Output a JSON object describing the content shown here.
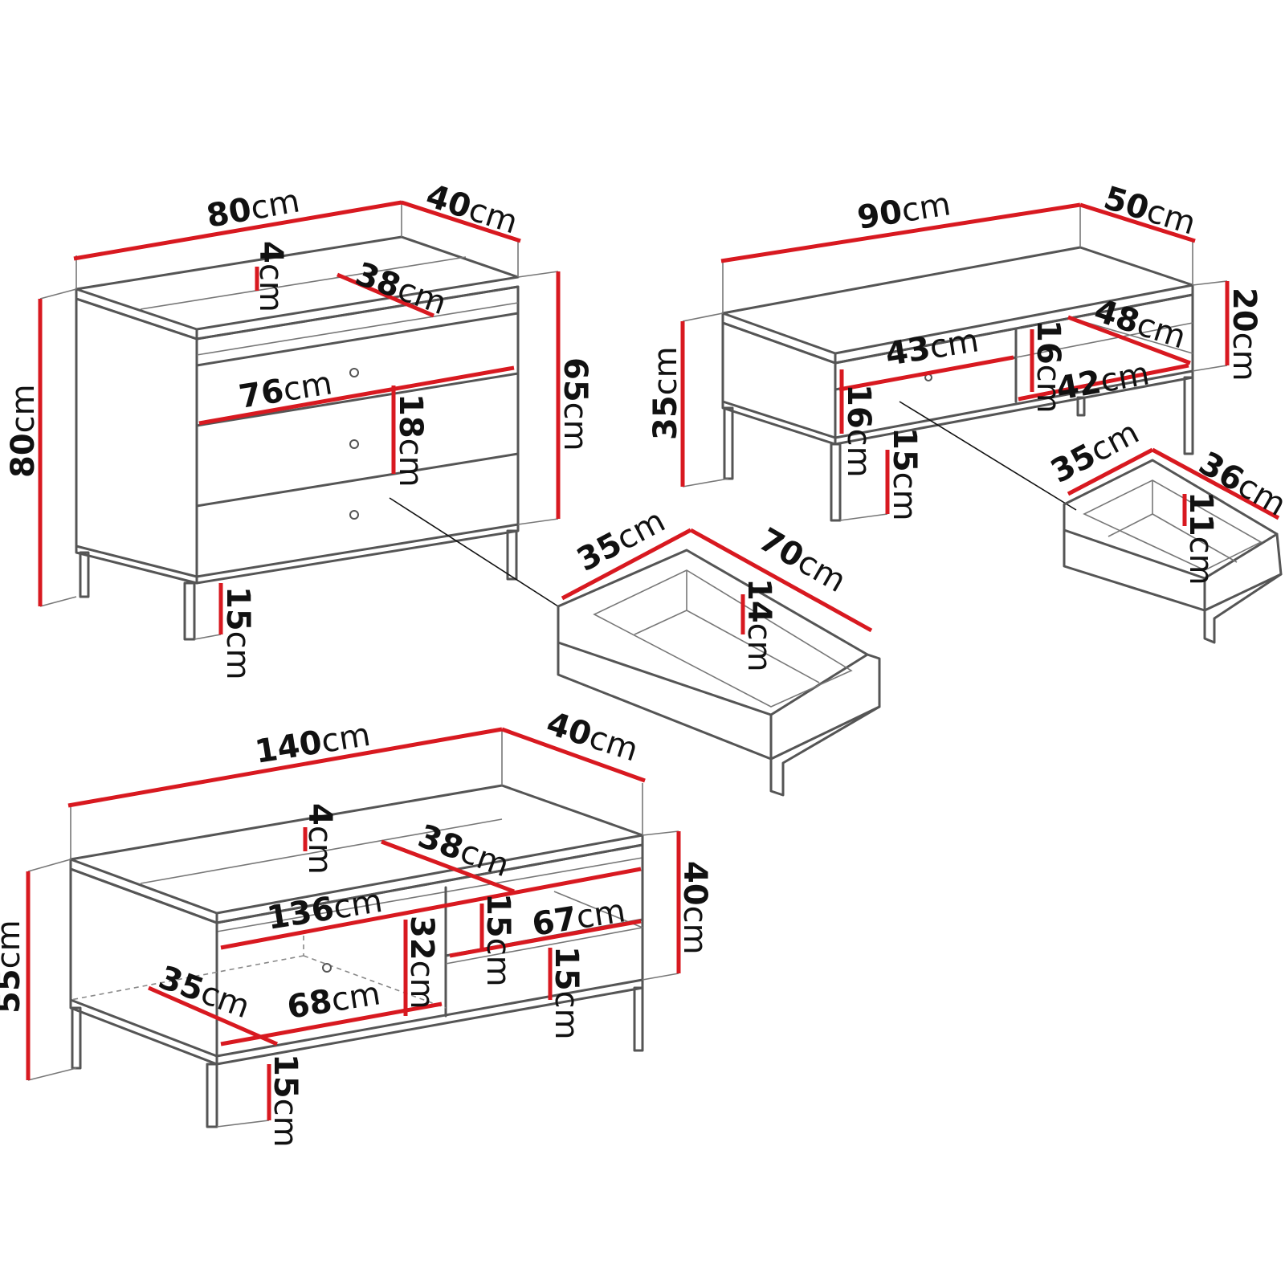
{
  "unit": "cm",
  "colors": {
    "dimension_line": "#d81920",
    "outline": "#555555",
    "text": "#111111"
  },
  "dresser": {
    "width": "80",
    "depth": "40",
    "top_thickness": "4",
    "top_depth": "38",
    "height": "80",
    "body_height": "65",
    "inner_width": "76",
    "drawer_front_height": "18",
    "leg_height": "15"
  },
  "dresser_drawer": {
    "depth": "35",
    "width": "70",
    "height": "14"
  },
  "nightstand": {
    "width": "90",
    "depth": "50",
    "height": "35",
    "top_height": "20",
    "shelf_depth": "48",
    "drawer_width": "43",
    "shelf_height": "16",
    "shelf_width": "42",
    "drawer_front_height": "16",
    "leg_height": "15"
  },
  "nightstand_drawer": {
    "depth": "35",
    "width": "36",
    "height": "11"
  },
  "tv_stand": {
    "width": "140",
    "depth": "40",
    "top_thickness": "4",
    "top_depth": "38",
    "inner_width": "136",
    "compartment_height": "32",
    "shelf_gap_height": "15",
    "shelf_width": "67",
    "body_height": "40",
    "lower_gap_height": "15",
    "bottom_depth": "35",
    "bottom_width": "68",
    "height": "55",
    "leg_height": "15"
  }
}
